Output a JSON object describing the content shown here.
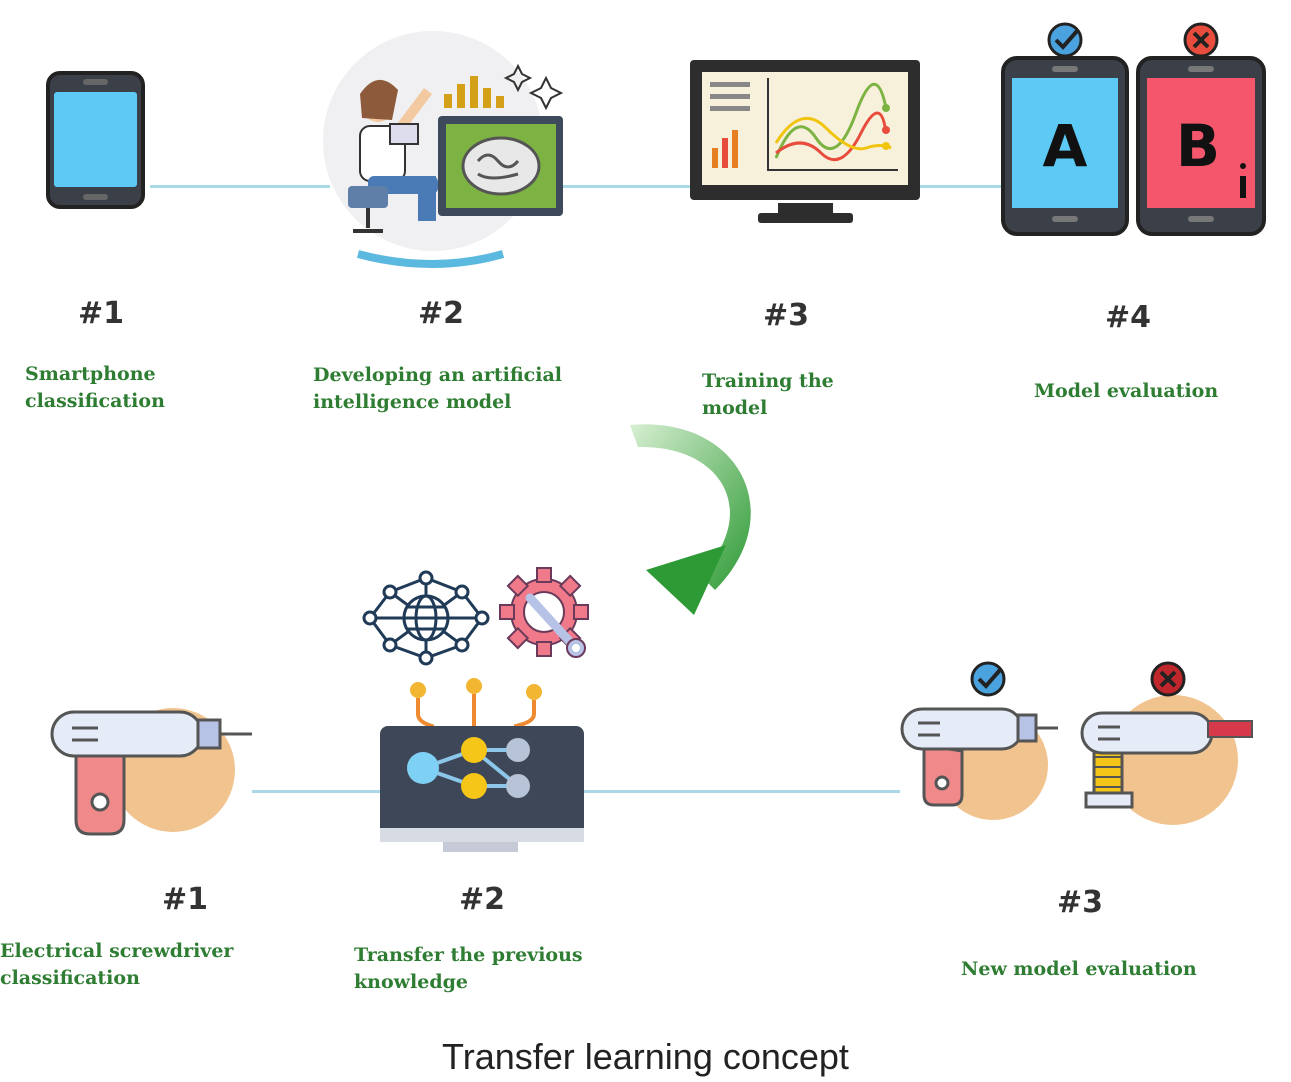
{
  "top_row": {
    "steps": [
      {
        "number": "#1",
        "line1": "Smartphone",
        "line2": "classification"
      },
      {
        "number": "#2",
        "line1": "Developing an artificial",
        "line2": "intelligence model"
      },
      {
        "number": "#3",
        "line1": "Training the",
        "line2": "model"
      },
      {
        "number": "#4",
        "line1": "Model evaluation",
        "line2": ""
      }
    ],
    "phone_a_letter": "A",
    "phone_b_letter": "B"
  },
  "bottom_row": {
    "steps": [
      {
        "number": "#1",
        "line1": "Electrical screwdriver",
        "line2": "classification"
      },
      {
        "number": "#2",
        "line1": "Transfer the previous",
        "line2": "knowledge"
      },
      {
        "number": "#3",
        "line1": "New model evaluation",
        "line2": ""
      }
    ]
  },
  "caption": "Transfer learning concept",
  "icons": [
    "smartphone-icon",
    "ai-developer-icon",
    "training-monitor-icon",
    "ab-phones-icon",
    "screwdriver-icon",
    "neural-globe-icon",
    "gear-wrench-icon",
    "transfer-monitor-icon",
    "screwdriver-pair-icon",
    "curved-arrow-icon",
    "check-icon",
    "cross-icon"
  ],
  "colors": {
    "label_green": "#2e7d32",
    "connector": "#a9d8e6",
    "arrow": "#3aa53a",
    "phone_blue": "#5ccaf5",
    "phone_red": "#f4566c"
  }
}
